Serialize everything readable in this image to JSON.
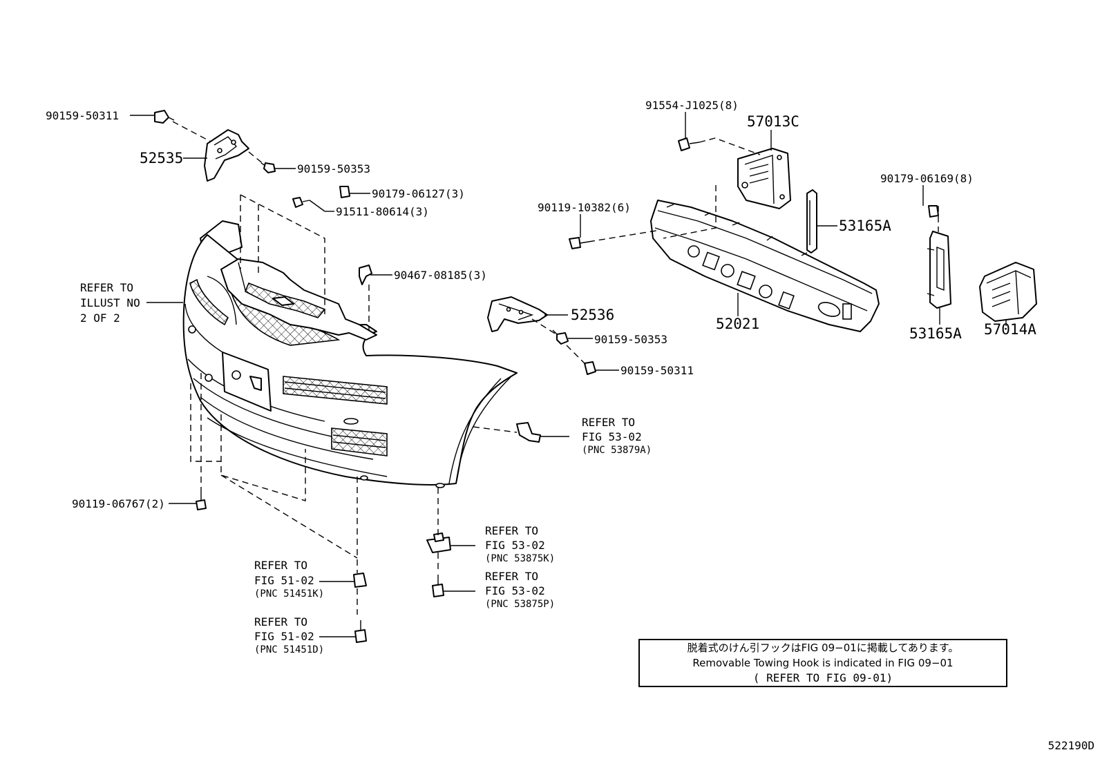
{
  "labels": {
    "p_90159_50311_tl": "90159-50311",
    "p_52535": "52535",
    "p_90159_50353_t": "90159-50353",
    "p_90179_06127": "90179-06127(3)",
    "p_91511_80614": "91511-80614(3)",
    "p_90467_08185": "90467-08185(3)",
    "p_52536": "52536",
    "p_90159_50353_r": "90159-50353",
    "p_90159_50311_r": "90159-50311",
    "p_90119_06767": "90119-06767(2)",
    "p_91554_j1025": "91554-J1025(8)",
    "p_57013c": "57013C",
    "p_90119_10382": "90119-10382(6)",
    "p_53165a_top": "53165A",
    "p_52021": "52021",
    "p_90179_06169": "90179-06169(8)",
    "p_53165a_bot": "53165A",
    "p_57014a": "57014A"
  },
  "refer_illust": {
    "l1": "REFER TO",
    "l2": "ILLUST NO",
    "l3": "2 OF 2"
  },
  "refer_53879a": {
    "l1": "REFER TO",
    "l2": "FIG 53-02",
    "l3": "(PNC 53879A)"
  },
  "refer_53875k": {
    "l1": "REFER TO",
    "l2": "FIG 53-02",
    "l3": "(PNC 53875K)"
  },
  "refer_53875p": {
    "l1": "REFER TO",
    "l2": "FIG 53-02",
    "l3": "(PNC 53875P)"
  },
  "refer_51451k": {
    "l1": "REFER TO",
    "l2": "FIG 51-02",
    "l3": "(PNC 51451K)"
  },
  "refer_51451d": {
    "l1": "REFER TO",
    "l2": "FIG 51-02",
    "l3": "(PNC 51451D)"
  },
  "note": {
    "jp": "脱着式のけん引フックはFIG 09−01に掲載してあります。",
    "en": "Removable Towing Hook is indicated in FIG 09−01",
    "ref": "( REFER TO FIG 09-01)"
  },
  "illustration_id": "522190D"
}
